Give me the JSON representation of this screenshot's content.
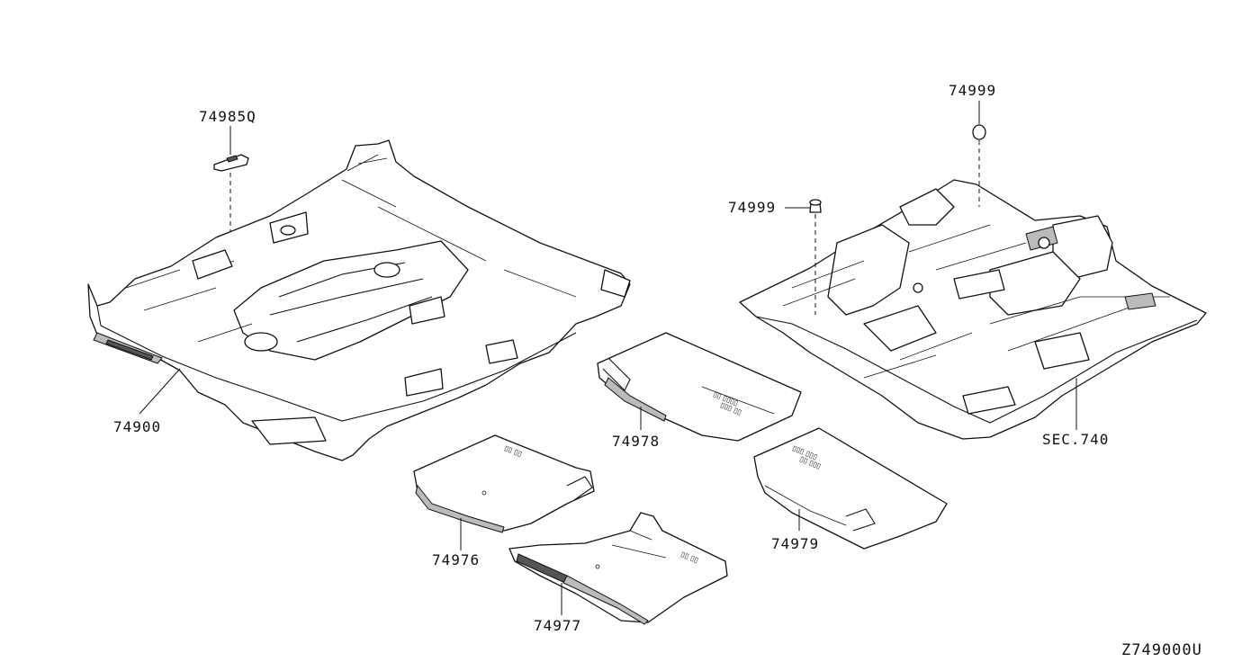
{
  "diagram_id": "Z749000U",
  "callouts": {
    "p74985q": "74985Q",
    "p74900": "74900",
    "p74999_top": "74999",
    "p74999_left": "74999",
    "sec740": "SEC.740",
    "p74978": "74978",
    "p74976": "74976",
    "p74977": "74977",
    "p74979": "74979"
  },
  "colors": {
    "line": "#111111",
    "background": "#ffffff",
    "shade": "#555555"
  }
}
